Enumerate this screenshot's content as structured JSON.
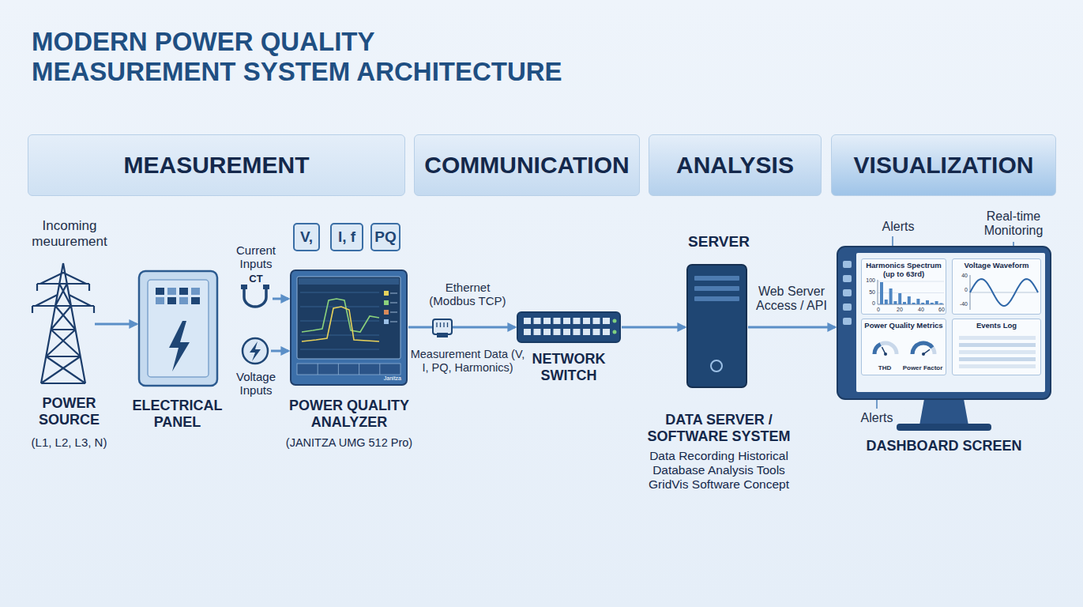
{
  "diagram": {
    "title": "MODERN POWER QUALITY MEASUREMENT SYSTEM ARCHITECTURE",
    "nodes": [
      {
        "text": [
          "MEASUREMENT"
        ]
      },
      {
        "text": [
          "COMMUNICATION"
        ]
      },
      {
        "text": [
          "ANALYSIS"
        ]
      },
      {
        "text": [
          "VISUALIZATION"
        ]
      },
      {
        "text": [
          "POWER SOURCE",
          "(L1, L2, L3, N)"
        ]
      },
      {
        "text": [
          "ELECTRICAL PANEL"
        ]
      },
      {
        "text": [
          "Current Inputs",
          "CT"
        ]
      },
      {
        "text": [
          "Voltage Inputs"
        ]
      },
      {
        "text": [
          "V,"
        ]
      },
      {
        "text": [
          "I, f"
        ]
      },
      {
        "text": [
          "PQ"
        ]
      },
      {
        "text": [
          "POWER QUALITY ANALYZER",
          "(JANITZA UMG 512 Pro)"
        ]
      },
      {
        "text": [
          "NETWORK SWITCH"
        ]
      },
      {
        "text": [
          "SERVER",
          "DATA SERVER / SOFTWARE SYSTEM",
          "Data Recording Historical Database Analysis Tools GridVis Software Concept"
        ]
      },
      {
        "text": [
          "DASHBOARD SCREEN"
        ]
      },
      {
        "text": [
          "Harmonics Spectrum (up to 63rd)"
        ],
        "in": 14
      },
      {
        "text": [
          "Voltage Waveform"
        ],
        "in": 14
      },
      {
        "text": [
          "Power Quality Metrics"
        ],
        "in": 14
      },
      {
        "text": [
          "Events Log"
        ],
        "in": 14
      }
    ],
    "edges": [
      {
        "from": 4,
        "to": 5,
        "arrow": "to"
      },
      {
        "from": 6,
        "to": 11,
        "arrow": "to"
      },
      {
        "from": 7,
        "to": 11,
        "arrow": "to"
      },
      {
        "from": 11,
        "to": 12,
        "arrow": "to"
      },
      {
        "from": 12,
        "to": 13,
        "arrow": "to"
      },
      {
        "from": 13,
        "to": 14,
        "label": "Web Server Access / API",
        "arrow": "to"
      }
    ],
    "labels": [
      "Incoming meuurement",
      "Ethernet (Modbus TCP)",
      "Measurement Data (V, I, PQ, Harmonics)",
      "Alerts",
      "Real-time Monitoring",
      "Alerts",
      "THD",
      "Power Factor",
      "100",
      "50",
      "0",
      "0",
      "20",
      "40",
      "60",
      "40",
      "0",
      "-40",
      "Janitza"
    ]
  }
}
